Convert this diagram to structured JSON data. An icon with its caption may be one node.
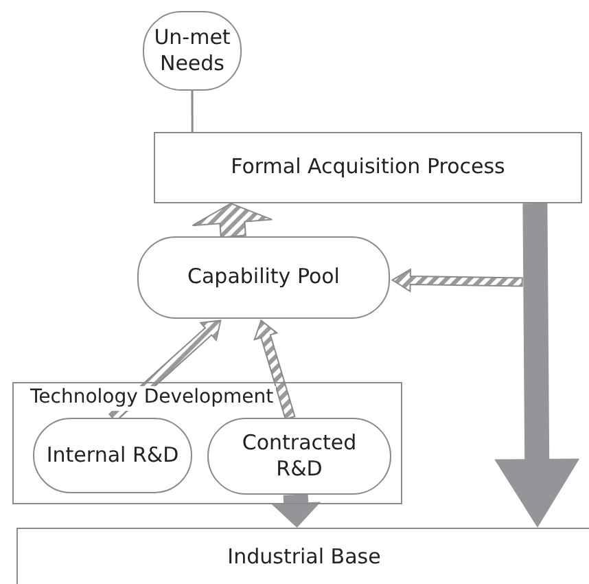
{
  "diagram": {
    "nodes": [
      {
        "text": [
          "Un-met Needs"
        ]
      },
      {
        "text": [
          "Formal Acquisition Process"
        ]
      },
      {
        "text": [
          "Capability Pool"
        ]
      },
      {
        "text": [
          "Technology Development"
        ]
      },
      {
        "text": [
          "Internal R&D"
        ],
        "in": 3
      },
      {
        "text": [
          "Contracted R&D"
        ],
        "in": 3
      },
      {
        "text": [
          "Industrial Base"
        ]
      }
    ],
    "edges": [
      {
        "from": 0,
        "to": 1,
        "arrow": "none"
      },
      {
        "from": 2,
        "to": 1,
        "arrow": "to"
      },
      {
        "from": 1,
        "to": 2,
        "arrow": "to"
      },
      {
        "from": 4,
        "to": 2,
        "arrow": "to"
      },
      {
        "from": 5,
        "to": 2,
        "arrow": "to"
      },
      {
        "from": 5,
        "to": 6,
        "arrow": "to",
        "style": "thick",
        "color": "#939598"
      },
      {
        "from": 1,
        "to": 6,
        "arrow": "to",
        "style": "thick",
        "color": "#939598"
      }
    ]
  }
}
